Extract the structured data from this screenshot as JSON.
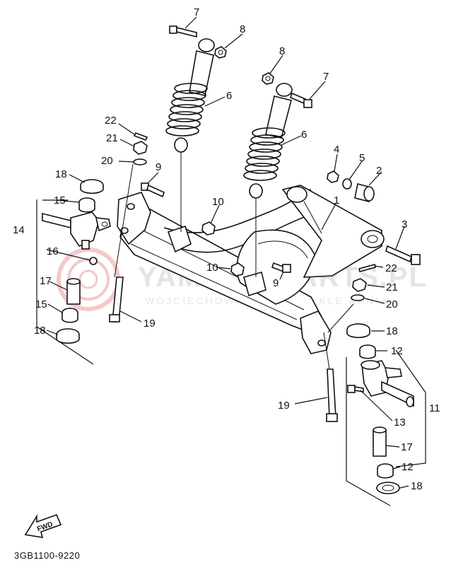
{
  "diagram": {
    "drawing_code": "3GB1100-9220",
    "fwd_label": "FWD",
    "watermark": {
      "brand": "YAMAHA-PARTS.PL",
      "subtitle": "WOJCIECHOWICZ MOTOCYKLE KANIA"
    },
    "callouts": [
      {
        "id": "c7a",
        "label": "7"
      },
      {
        "id": "c8a",
        "label": "8"
      },
      {
        "id": "c8b",
        "label": "8"
      },
      {
        "id": "c7b",
        "label": "7"
      },
      {
        "id": "c6a",
        "label": "6"
      },
      {
        "id": "c6b",
        "label": "6"
      },
      {
        "id": "c22a",
        "label": "22"
      },
      {
        "id": "c21a",
        "label": "21"
      },
      {
        "id": "c20a",
        "label": "20"
      },
      {
        "id": "c9a",
        "label": "9"
      },
      {
        "id": "c18a",
        "label": "18"
      },
      {
        "id": "c15a",
        "label": "15"
      },
      {
        "id": "c14",
        "label": "14"
      },
      {
        "id": "c16",
        "label": "16"
      },
      {
        "id": "c17a",
        "label": "17"
      },
      {
        "id": "c15b",
        "label": "15"
      },
      {
        "id": "c18b",
        "label": "18"
      },
      {
        "id": "c19a",
        "label": "19"
      },
      {
        "id": "c10a",
        "label": "10"
      },
      {
        "id": "c10b",
        "label": "10"
      },
      {
        "id": "c9b",
        "label": "9"
      },
      {
        "id": "c4",
        "label": "4"
      },
      {
        "id": "c5",
        "label": "5"
      },
      {
        "id": "c2",
        "label": "2"
      },
      {
        "id": "c1",
        "label": "1"
      },
      {
        "id": "c3",
        "label": "3"
      },
      {
        "id": "c22b",
        "label": "22"
      },
      {
        "id": "c21b",
        "label": "21"
      },
      {
        "id": "c20b",
        "label": "20"
      },
      {
        "id": "c18c",
        "label": "18"
      },
      {
        "id": "c12a",
        "label": "12"
      },
      {
        "id": "c11",
        "label": "11"
      },
      {
        "id": "c13",
        "label": "13"
      },
      {
        "id": "c19b",
        "label": "19"
      },
      {
        "id": "c17b",
        "label": "17"
      },
      {
        "id": "c12b",
        "label": "12"
      },
      {
        "id": "c18d",
        "label": "18"
      }
    ]
  }
}
